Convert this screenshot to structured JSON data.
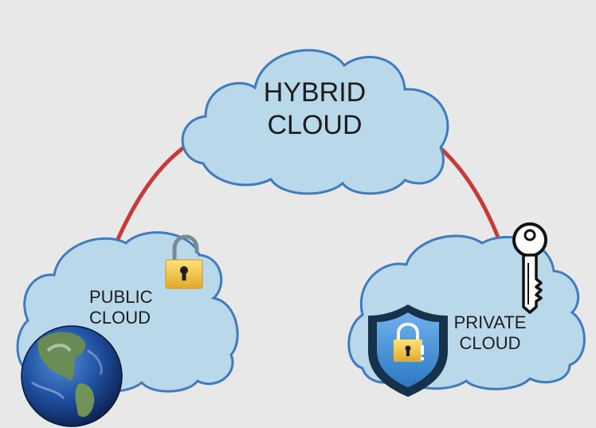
{
  "diagram": {
    "hybrid_cloud": {
      "line1": "HYBRID",
      "line2": "CLOUD"
    },
    "public_cloud": {
      "line1": "PUBLIC",
      "line2": "CLOUD"
    },
    "private_cloud": {
      "line1": "PRIVATE",
      "line2": "CLOUD"
    }
  },
  "icons": [
    "open-padlock-icon",
    "globe-icon",
    "shield-lock-icon",
    "key-icon"
  ],
  "colors": {
    "background": "#e8e8e8",
    "cloud_fill": "#b9d8ea",
    "cloud_stroke": "#3f7bbd",
    "connector": "#c73a3a",
    "padlock_gold": "#f2c94c",
    "shield_dark": "#16324a",
    "shield_blue": "#3e8fd6"
  }
}
